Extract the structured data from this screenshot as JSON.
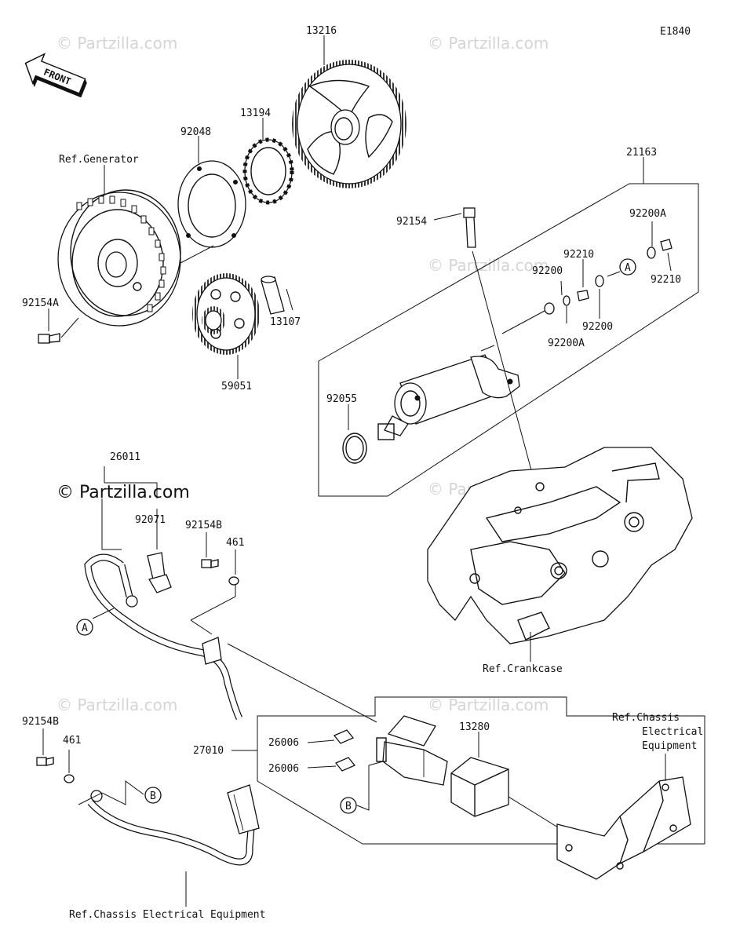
{
  "diagram": {
    "code": "E1840",
    "front_label": "FRONT",
    "copyright_main": "© Partzilla.com",
    "watermark": "© Partzilla.com",
    "labels": {
      "p13216": "13216",
      "p13194": "13194",
      "p92048": "92048",
      "ref_generator": "Ref.Generator",
      "p21163": "21163",
      "p92154": "92154",
      "p92200A_top": "92200A",
      "p92210_a": "92210",
      "p92200_a": "92200",
      "p92210_b": "92210",
      "p92200_b": "92200",
      "p92200A_bot": "92200A",
      "p92154A": "92154A",
      "p13107": "13107",
      "p59051": "59051",
      "p92055": "92055",
      "p26011": "26011",
      "p92071": "92071",
      "p92154B_a": "92154B",
      "p461_a": "461",
      "ref_crankcase": "Ref.Crankcase",
      "p92154B_b": "92154B",
      "p461_b": "461",
      "p27010": "27010",
      "p26006_a": "26006",
      "p26006_b": "26006",
      "p13280": "13280",
      "ref_chassis_1": "Ref.Chassis",
      "ref_chassis_2": "Electrical",
      "ref_chassis_3": "Equipment",
      "ref_chassis_bottom": "Ref.Chassis Electrical Equipment",
      "callout_A": "A",
      "callout_B": "B"
    }
  }
}
